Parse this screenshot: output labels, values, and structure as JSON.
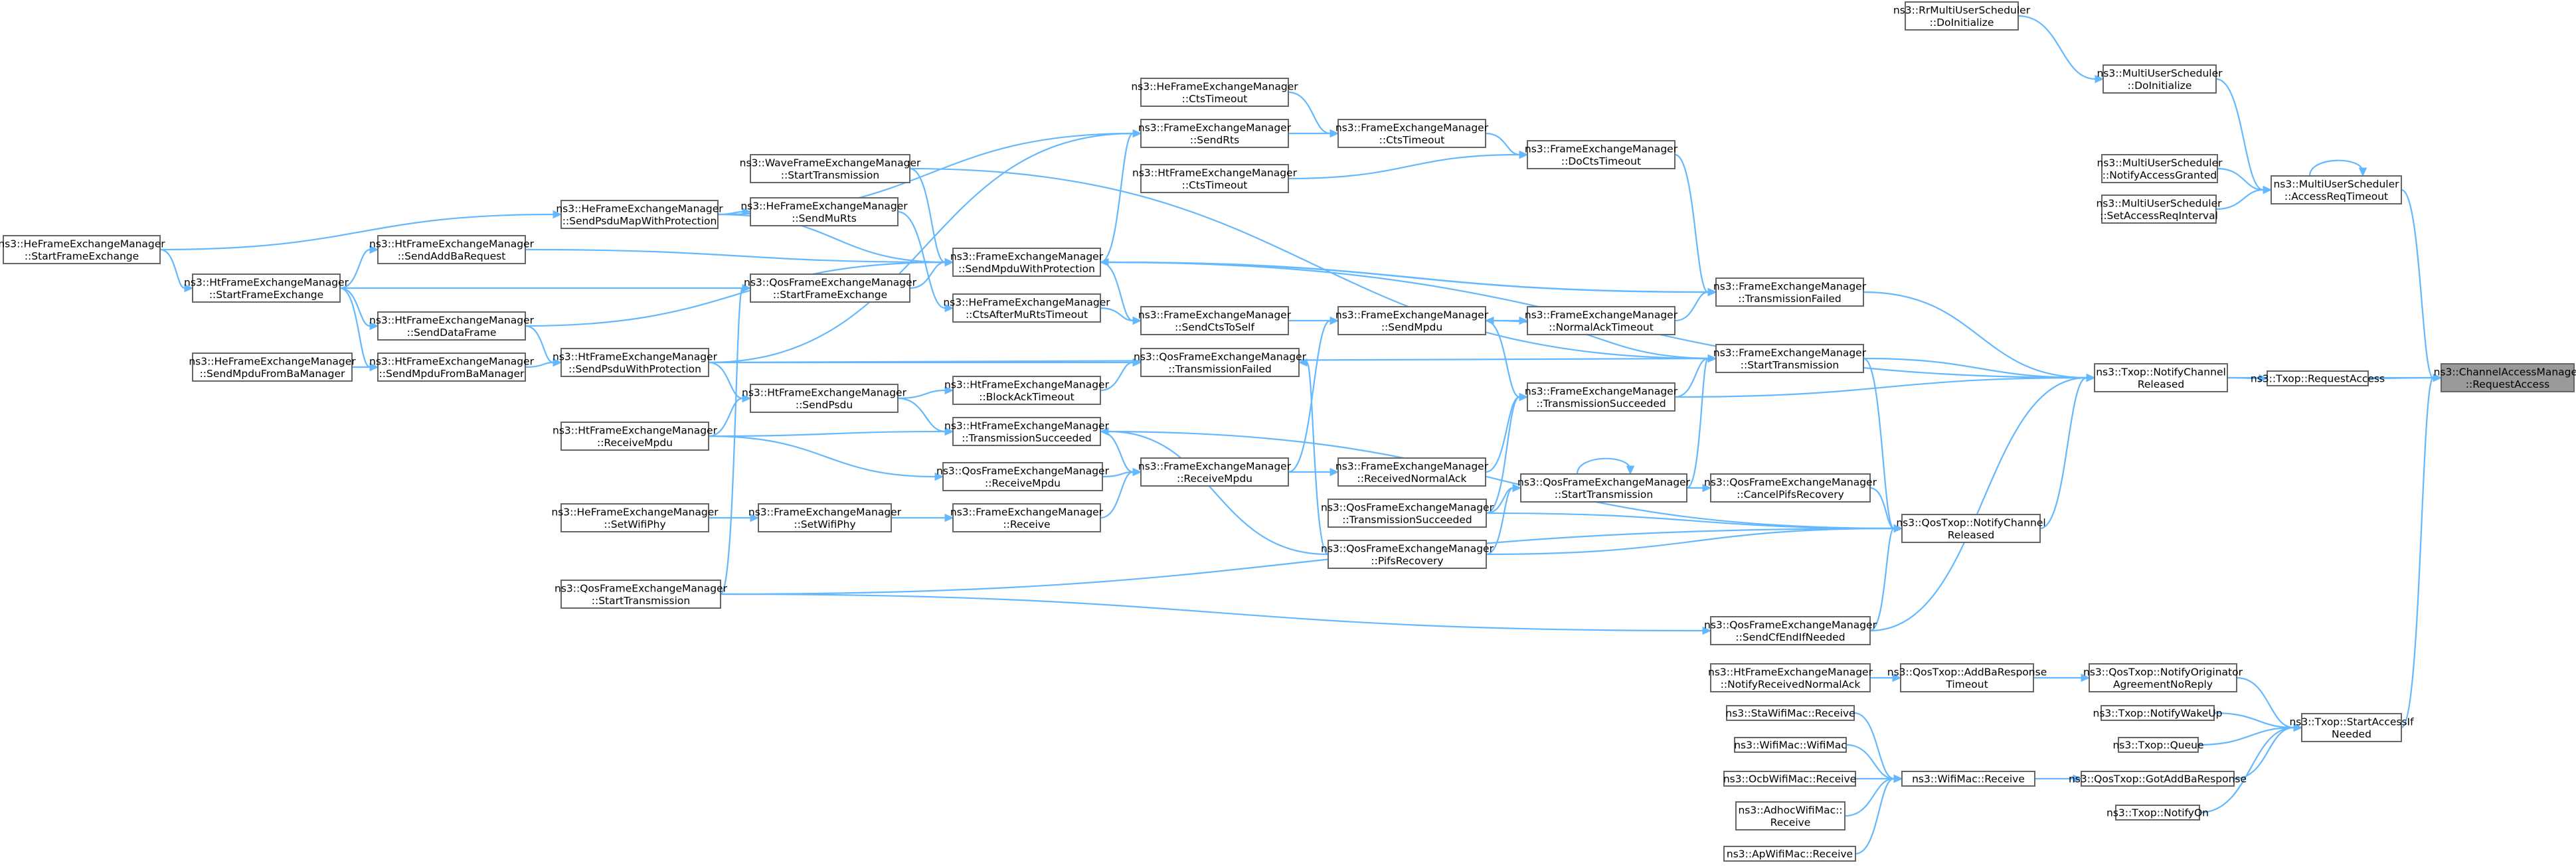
{
  "graph": {
    "nodes": [
      {
        "id": "root",
        "lines": [
          "ns3::ChannelAccessManager",
          "::RequestAccess"
        ]
      },
      {
        "id": "txra",
        "lines": [
          "ns3::Txop::RequestAccess"
        ]
      },
      {
        "id": "ncr",
        "lines": [
          "ns3::Txop::NotifyChannel",
          "Released"
        ]
      },
      {
        "id": "sai",
        "lines": [
          "ns3::Txop::StartAccessIf",
          "Needed"
        ]
      },
      {
        "id": "muart",
        "lines": [
          "ns3::MultiUserScheduler",
          "::AccessReqTimeout"
        ]
      },
      {
        "id": "mudi",
        "lines": [
          "ns3::MultiUserScheduler",
          "::DoInitialize"
        ]
      },
      {
        "id": "rrdi",
        "lines": [
          "ns3::RrMultiUserScheduler",
          "::DoInitialize"
        ]
      },
      {
        "id": "munag",
        "lines": [
          "ns3::MultiUserScheduler",
          "::NotifyAccessGranted"
        ]
      },
      {
        "id": "musari",
        "lines": [
          "ns3::MultiUserScheduler",
          "::SetAccessReqInterval"
        ]
      },
      {
        "id": "qncr",
        "lines": [
          "ns3::QosTxop::NotifyChannel",
          "Released"
        ]
      },
      {
        "id": "fetf",
        "lines": [
          "ns3::FrameExchangeManager",
          "::TransmissionFailed"
        ]
      },
      {
        "id": "fest",
        "lines": [
          "ns3::FrameExchangeManager",
          "::StartTransmission"
        ]
      },
      {
        "id": "fets",
        "lines": [
          "ns3::FrameExchangeManager",
          "::TransmissionSucceeded"
        ]
      },
      {
        "id": "qfst",
        "lines": [
          "ns3::QosFrameExchangeManager",
          "::StartTransmission"
        ]
      },
      {
        "id": "qfcpr",
        "lines": [
          "ns3::QosFrameExchangeManager",
          "::CancelPifsRecovery"
        ]
      },
      {
        "id": "qfts",
        "lines": [
          "ns3::QosFrameExchangeManager",
          "::TransmissionSucceeded"
        ]
      },
      {
        "id": "qfpr",
        "lines": [
          "ns3::QosFrameExchangeManager",
          "::PifsRecovery"
        ]
      },
      {
        "id": "qfscen",
        "lines": [
          "ns3::QosFrameExchangeManager",
          "::SendCfEndIfNeeded"
        ]
      },
      {
        "id": "qfstl",
        "lines": [
          "ns3::QosFrameExchangeManager",
          "::StartTransmission"
        ]
      },
      {
        "id": "fedct",
        "lines": [
          "ns3::FrameExchangeManager",
          "::DoCtsTimeout"
        ]
      },
      {
        "id": "fect",
        "lines": [
          "ns3::FrameExchangeManager",
          "::CtsTimeout"
        ]
      },
      {
        "id": "hect",
        "lines": [
          "ns3::HeFrameExchangeManager",
          "::CtsTimeout"
        ]
      },
      {
        "id": "htct",
        "lines": [
          "ns3::HtFrameExchangeManager",
          "::CtsTimeout"
        ]
      },
      {
        "id": "fesr",
        "lines": [
          "ns3::FrameExchangeManager",
          "::SendRts"
        ]
      },
      {
        "id": "fesmwp",
        "lines": [
          "ns3::FrameExchangeManager",
          "::SendMpduWithProtection"
        ]
      },
      {
        "id": "fesm",
        "lines": [
          "ns3::FrameExchangeManager",
          "::SendMpdu"
        ]
      },
      {
        "id": "fenat",
        "lines": [
          "ns3::FrameExchangeManager",
          "::NormalAckTimeout"
        ]
      },
      {
        "id": "fescts",
        "lines": [
          "ns3::FrameExchangeManager",
          "::SendCtsToSelf"
        ]
      },
      {
        "id": "qftf",
        "lines": [
          "ns3::QosFrameExchangeManager",
          "::TransmissionFailed"
        ]
      },
      {
        "id": "ferna",
        "lines": [
          "ns3::FrameExchangeManager",
          "::ReceivedNormalAck"
        ]
      },
      {
        "id": "ferm",
        "lines": [
          "ns3::FrameExchangeManager",
          "::ReceiveMpdu"
        ]
      },
      {
        "id": "fer",
        "lines": [
          "ns3::FrameExchangeManager",
          "::Receive"
        ]
      },
      {
        "id": "qfrm",
        "lines": [
          "ns3::QosFrameExchangeManager",
          "::ReceiveMpdu"
        ]
      },
      {
        "id": "htbat",
        "lines": [
          "ns3::HtFrameExchangeManager",
          "::BlockAckTimeout"
        ]
      },
      {
        "id": "htts",
        "lines": [
          "ns3::HtFrameExchangeManager",
          "::TransmissionSucceeded"
        ]
      },
      {
        "id": "hectsmt",
        "lines": [
          "ns3::HeFrameExchangeManager",
          "::CtsAfterMuRtsTimeout"
        ]
      },
      {
        "id": "qfsfe",
        "lines": [
          "ns3::QosFrameExchangeManager",
          "::StartFrameExchange"
        ]
      },
      {
        "id": "hesmr",
        "lines": [
          "ns3::HeFrameExchangeManager",
          "::SendMuRts"
        ]
      },
      {
        "id": "wfst",
        "lines": [
          "ns3::WaveFrameExchangeManager",
          "::StartTransmission"
        ]
      },
      {
        "id": "htsp",
        "lines": [
          "ns3::HtFrameExchangeManager",
          "::SendPsdu"
        ]
      },
      {
        "id": "htspwp",
        "lines": [
          "ns3::HtFrameExchangeManager",
          "::SendPsduWithProtection"
        ]
      },
      {
        "id": "hespmwp",
        "lines": [
          "ns3::HeFrameExchangeManager",
          "::SendPsduMapWithProtection"
        ]
      },
      {
        "id": "htsabr",
        "lines": [
          "ns3::HtFrameExchangeManager",
          "::SendAddBaRequest"
        ]
      },
      {
        "id": "htsdf",
        "lines": [
          "ns3::HtFrameExchangeManager",
          "::SendDataFrame"
        ]
      },
      {
        "id": "htsmfbm",
        "lines": [
          "ns3::HtFrameExchangeManager",
          "::SendMpduFromBaManager"
        ]
      },
      {
        "id": "hesmfbm",
        "lines": [
          "ns3::HeFrameExchangeManager",
          "::SendMpduFromBaManager"
        ]
      },
      {
        "id": "htsfe",
        "lines": [
          "ns3::HtFrameExchangeManager",
          "::StartFrameExchange"
        ]
      },
      {
        "id": "hesfe",
        "lines": [
          "ns3::HeFrameExchangeManager",
          "::StartFrameExchange"
        ]
      },
      {
        "id": "htrm",
        "lines": [
          "ns3::HtFrameExchangeManager",
          "::ReceiveMpdu"
        ]
      },
      {
        "id": "fesw",
        "lines": [
          "ns3::FrameExchangeManager",
          "::SetWifiPhy"
        ]
      },
      {
        "id": "hesw",
        "lines": [
          "ns3::HeFrameExchangeManager",
          "::SetWifiPhy"
        ]
      },
      {
        "id": "qtnoanr",
        "lines": [
          "ns3::QosTxop::NotifyOriginator",
          "AgreementNoReply"
        ]
      },
      {
        "id": "qtabrt",
        "lines": [
          "ns3::QosTxop::AddBaResponse",
          "Timeout"
        ]
      },
      {
        "id": "htnrna",
        "lines": [
          "ns3::HtFrameExchangeManager",
          "::NotifyReceivedNormalAck"
        ]
      },
      {
        "id": "txnwu",
        "lines": [
          "ns3::Txop::NotifyWakeUp"
        ]
      },
      {
        "id": "txq",
        "lines": [
          "ns3::Txop::Queue"
        ]
      },
      {
        "id": "qtgabr",
        "lines": [
          "ns3::QosTxop::GotAddBaResponse"
        ]
      },
      {
        "id": "txno",
        "lines": [
          "ns3::Txop::NotifyOn"
        ]
      },
      {
        "id": "wmr",
        "lines": [
          "ns3::WifiMac::Receive"
        ]
      },
      {
        "id": "swmr",
        "lines": [
          "ns3::StaWifiMac::Receive"
        ]
      },
      {
        "id": "wmwm",
        "lines": [
          "ns3::WifiMac::WifiMac"
        ]
      },
      {
        "id": "owmr",
        "lines": [
          "ns3::OcbWifiMac::Receive"
        ]
      },
      {
        "id": "awmr",
        "lines": [
          "ns3::AdhocWifiMac::",
          "Receive"
        ]
      },
      {
        "id": "apwmr",
        "lines": [
          "ns3::ApWifiMac::Receive"
        ]
      }
    ]
  }
}
